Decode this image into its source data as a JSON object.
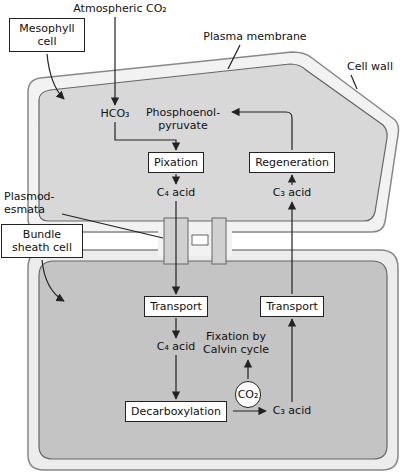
{
  "diagram": {
    "nodes": [
      {
        "text": [
          "Mesophyll cell"
        ]
      },
      {
        "text": [
          "Pixation"
        ]
      },
      {
        "text": [
          "Regeneration"
        ]
      },
      {
        "text": [
          "Bundle sheath cell"
        ]
      },
      {
        "text": [
          "Transport"
        ]
      },
      {
        "text": [
          "Transport"
        ]
      },
      {
        "text": [
          "CO₂"
        ]
      },
      {
        "text": [
          "Decarboxylation"
        ]
      }
    ],
    "labels": [
      "Atmospheric CO₂",
      "Plasma membrane",
      "Cell wall",
      "HCO₃",
      "Phosphoenol- pyruvate",
      "C₄ acid",
      "C₃ acid",
      "Plasmod- esmata",
      "Fixation by Calvin cycle",
      "C₄ acid",
      "C₃ acid"
    ]
  }
}
